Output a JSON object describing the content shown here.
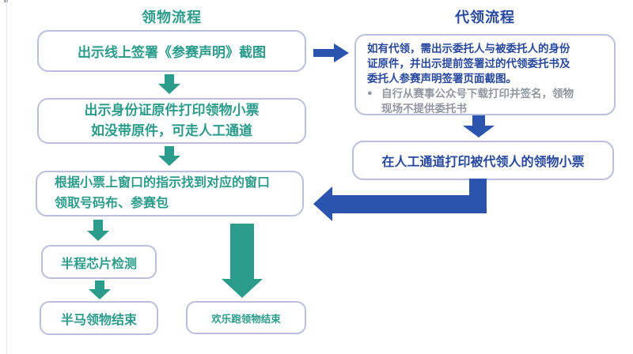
{
  "colors": {
    "teal_accent": "#2b9c8c",
    "blue_text": "#27489f",
    "blue_arrow": "#2a54ad",
    "box_border": "#b9bfdd",
    "note_gray": "#9196a0",
    "background": "#ffffff"
  },
  "left_flow": {
    "title": "领物流程",
    "step1": "出示线上签署《参赛声明》截图",
    "step2_line1": "出示身份证原件打印领物小票",
    "step2_line2": "如没带原件，可走人工通道",
    "step3_line1": "根据小票上窗口的指示找到对应的窗口",
    "step3_line2": "领取号码布、参赛包",
    "step4": "半程芯片检测",
    "step5": "半马领物结束",
    "step6": "欢乐跑领物结束"
  },
  "right_flow": {
    "title": "代领流程",
    "step1_line1": "如有代领，需出示委托人与被委托人的身份",
    "step1_line2": "证原件，并出示提前签署过的代领委托书及",
    "step1_line3": "委托人参赛声明签署页面截图。",
    "step1_bullet_marker": "●",
    "step1_bullet_line1": "自行从赛事公众号下载打印并签名，领物",
    "step1_bullet_line2": "现场不提供委托书",
    "step2": "在人工通道打印被代领人的领物小票"
  }
}
